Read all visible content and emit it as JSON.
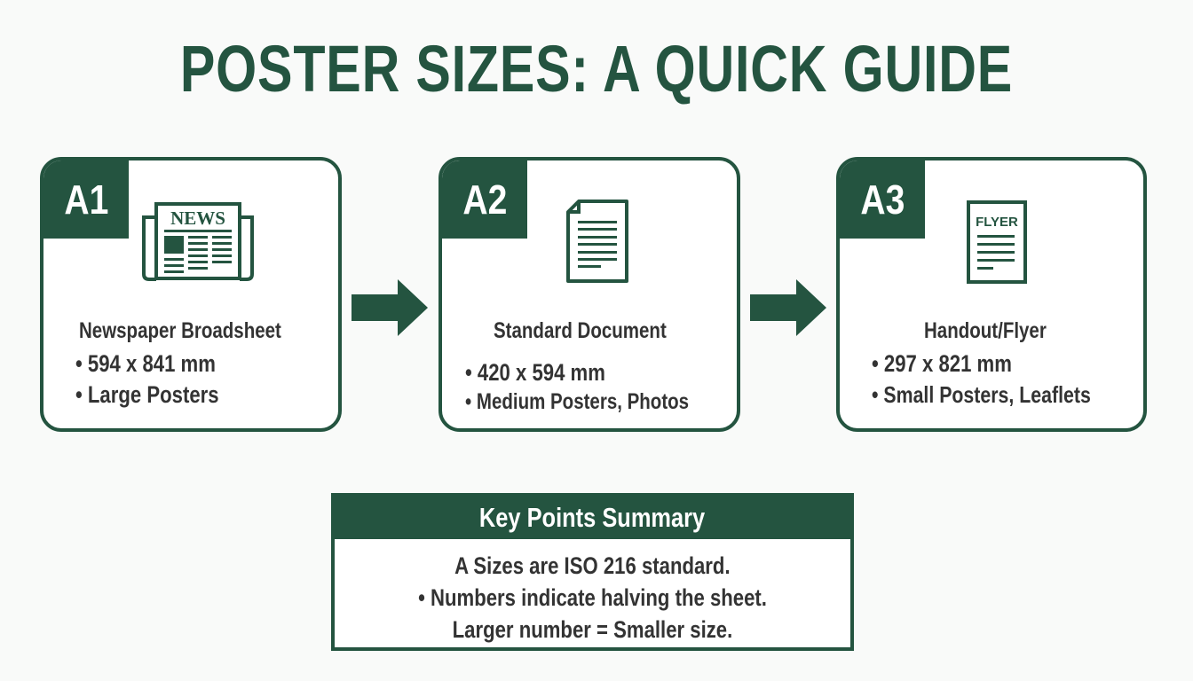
{
  "title": "POSTER SIZES: A QUICK GUIDE",
  "colors": {
    "primary": "#245440",
    "text": "#333333",
    "background": "#f9faf9"
  },
  "cards": [
    {
      "badge": "A1",
      "icon": "newspaper-icon",
      "icon_text": "NEWS",
      "heading": "Newspaper Broadsheet",
      "bullets": [
        "• 594 x 841 mm",
        "• Large Posters"
      ]
    },
    {
      "badge": "A2",
      "icon": "document-icon",
      "heading": "Standard Document",
      "bullets": [
        "• 420 x 594 mm",
        "• Medium Posters, Photos"
      ]
    },
    {
      "badge": "A3",
      "icon": "flyer-icon",
      "icon_text": "FLYER",
      "heading": "Handout/Flyer",
      "bullets": [
        "• 297 x 821 mm",
        "• Small Posters, Leaflets"
      ]
    }
  ],
  "arrows": [
    "arrow-right-icon",
    "arrow-right-icon"
  ],
  "summary": {
    "title": "Key Points Summary",
    "lines": [
      "A Sizes are ISO 216 standard.",
      "• Numbers indicate halving the sheet.",
      "Larger number = Smaller size."
    ]
  }
}
